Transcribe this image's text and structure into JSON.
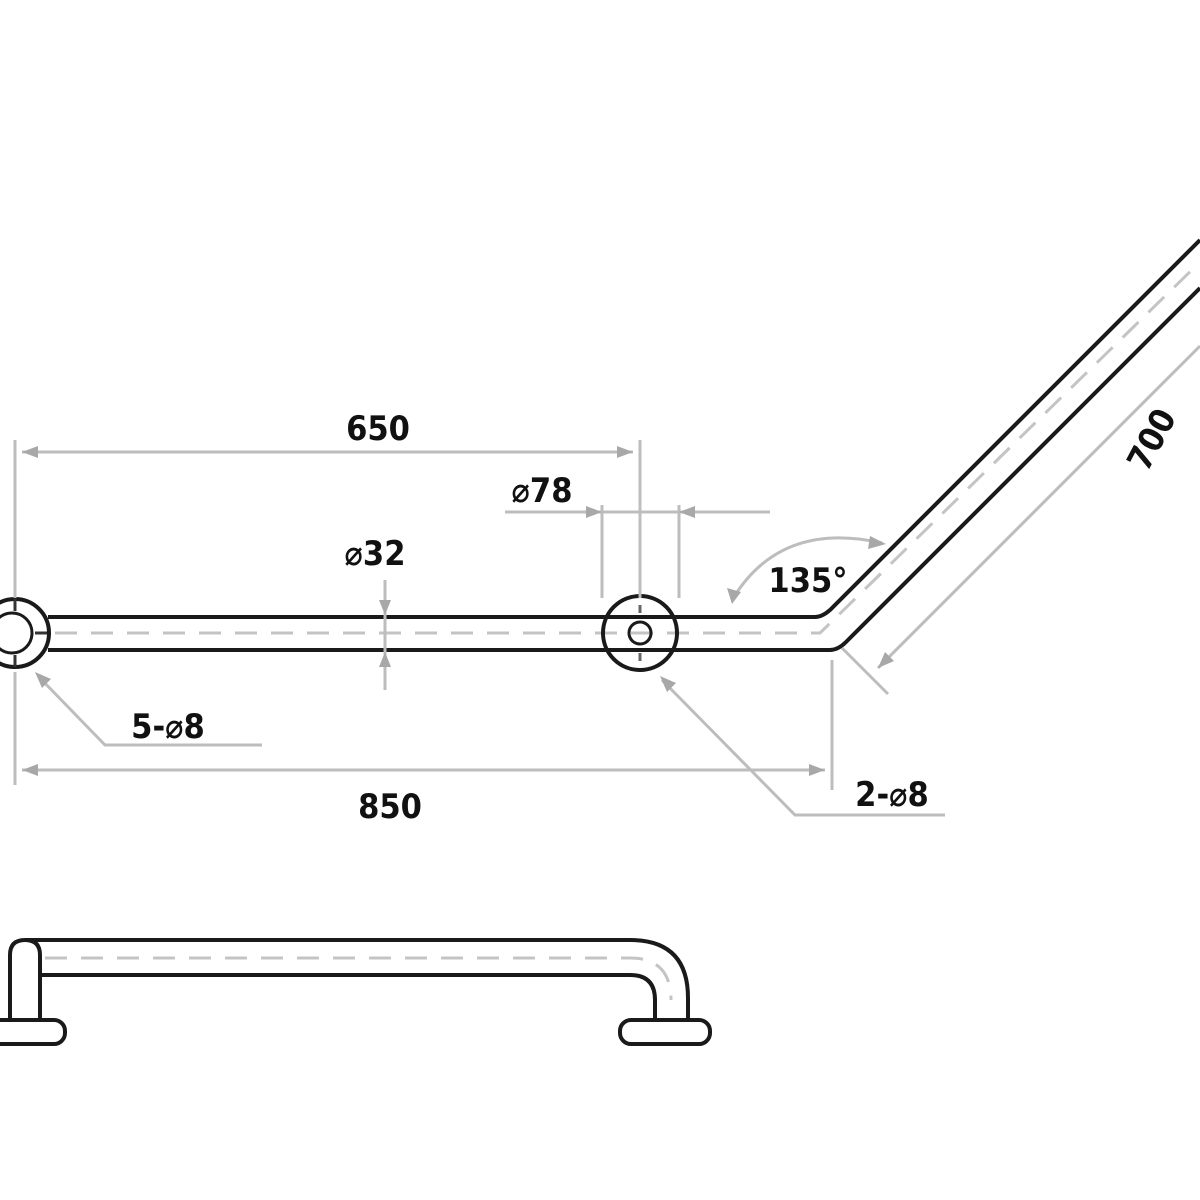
{
  "drawing": {
    "dimensions": {
      "span_650": "650",
      "flange_dia": "⌀78",
      "tube_dia": "⌀32",
      "angle": "135°",
      "arm_700": "700",
      "holes_left": "5-⌀8",
      "span_850": "850",
      "holes_mid": "2-⌀8"
    },
    "colors": {
      "line": "#1a1a1a",
      "dimension": "#bdbdbd"
    }
  }
}
